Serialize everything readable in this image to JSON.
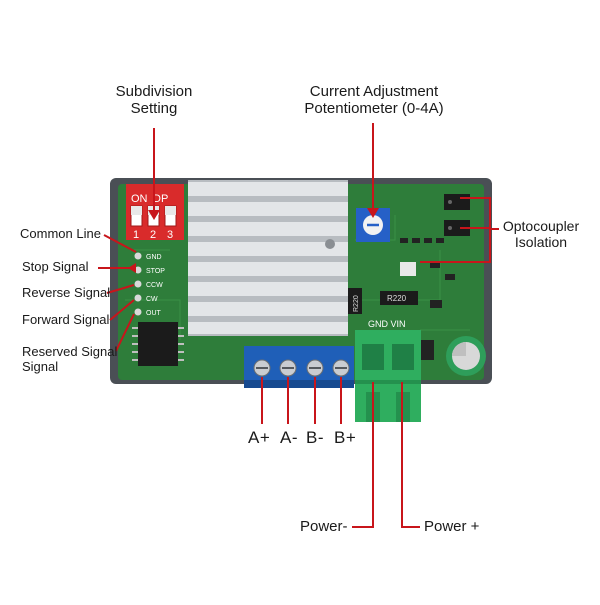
{
  "labels": {
    "subdivision_line1": "Subdivision",
    "subdivision_line2": "Setting",
    "current_line1": "Current Adjustment",
    "current_line2": "Potentiometer (0-4A)",
    "opto_line1": "Optocoupler",
    "opto_line2": "Isolation",
    "common_line": "Common Line",
    "stop_signal": "Stop Signal",
    "reverse_signal": "Reverse Signal",
    "forward_signal": "Forward Signal",
    "reserved_line1": "Reserved Signal",
    "reserved_line2": "Signal",
    "a_plus": "A+",
    "a_minus": "A-",
    "b_minus": "B-",
    "b_plus": "B+",
    "power_minus": "Power-",
    "power_plus": "Power +"
  },
  "board_text": {
    "dip_on": "ON",
    "dip_dp": "DP",
    "dip_1": "1",
    "dip_2": "2",
    "dip_3": "3",
    "pin_gnd": "GND",
    "pin_stop": "STOP",
    "pin_ccw": "CCW",
    "pin_cw": "CW",
    "pin_out": "OUT",
    "resistor_1": "R220",
    "resistor_2": "R220",
    "terminal_gnd_vin": "GND VIN"
  },
  "colors": {
    "callout": "#c8151b",
    "pcb": "#2e7d3a",
    "heatsink": "#cfd2d6",
    "terminal_blue": "#1f5fb8",
    "terminal_green": "#2fae5f",
    "dip_red": "#d92b2b"
  }
}
